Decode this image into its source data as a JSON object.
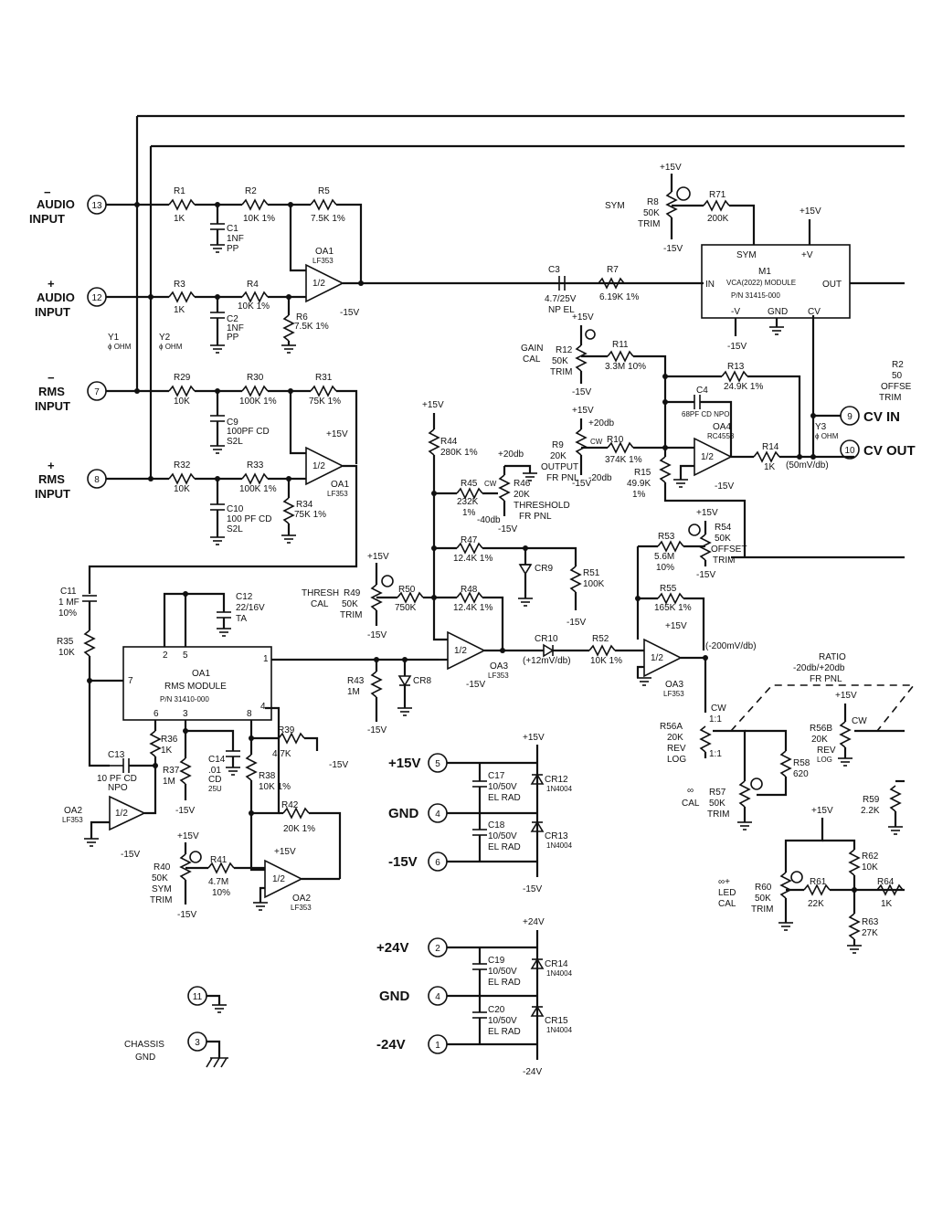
{
  "inputs": {
    "audio_minus": {
      "sign": "−",
      "name": "AUDIO",
      "sub": "INPUT",
      "pin": "13"
    },
    "audio_plus": {
      "sign": "+",
      "name": "AUDIO",
      "sub": "INPUT",
      "pin": "12"
    },
    "rms_minus": {
      "sign": "−",
      "name": "RMS",
      "sub": "INPUT",
      "pin": "7"
    },
    "rms_plus": {
      "sign": "+",
      "name": "RMS",
      "sub": "INPUT",
      "pin": "8"
    }
  },
  "jumpers": {
    "y1": "Y1",
    "y1v": "ϕ OHM",
    "y2": "Y2",
    "y2v": "ϕ OHM"
  },
  "parts": {
    "r1": "R1",
    "r1v": "1K",
    "r2": "R2",
    "r2v": "10K 1%",
    "r5": "R5",
    "r5v": "7.5K 1%",
    "c1": "C1",
    "c1v": "1NF",
    "c1t": "PP",
    "r3": "R3",
    "r3v": "1K",
    "r4": "R4",
    "r4v": "10K 1%",
    "c2": "C2",
    "c2v": "1NF",
    "c2t": "PP",
    "r6": "R6",
    "r6v": "7.5K 1%",
    "oa1a": "OA1",
    "oa1a_t": "LF353",
    "half": "1/2",
    "r29": "R29",
    "r29v": "10K",
    "r30": "R30",
    "r30v": "100K 1%",
    "r31": "R31",
    "r31v": "75K 1%",
    "c9": "C9",
    "c9v": "100PF CD",
    "c9t": "S2L",
    "r32": "R32",
    "r32v": "10K",
    "r33": "R33",
    "r33v": "100K 1%",
    "c10": "C10",
    "c10v": "100 PF CD",
    "c10t": "S2L",
    "r34": "R34",
    "r34v": "75K 1%",
    "oa1b": "OA1",
    "oa1b_t": "LF353",
    "c11": "C11",
    "c11v": "1 MF",
    "c11t": "10%",
    "c12": "C12",
    "c12v": "22/16V",
    "c12t": "TA",
    "r35": "R35",
    "r35v": "10K",
    "rms_box": "OA1",
    "rms_box2": "RMS MODULE",
    "rms_box3": "P/N 31410-000",
    "r43": "R43",
    "r43v": "1M",
    "c13": "C13",
    "c13v": "10 PF CD",
    "c13t": "NPO",
    "r36": "R36",
    "r36v": "1K",
    "r37": "R37",
    "r37v": "1M",
    "c14": "C14",
    "c14v": ".01",
    "c14t": "CD",
    "c14u": "25U",
    "r39": "R39",
    "r39v": "4.7K",
    "r38": "R38",
    "r38v": "10K 1%",
    "r42": "R42",
    "r42v": "20K 1%",
    "oa2a": "OA2",
    "oa2a_t": "LF353",
    "r40": "R40",
    "r40v": "50K",
    "r40t": "SYM",
    "r40u": "TRIM",
    "r41": "R41",
    "r41v": "4.7M",
    "r41t": "10%",
    "oa2b": "OA2",
    "oa2b_t": "LF353",
    "thresh_cal": "THRESH",
    "thresh_cal2": "CAL",
    "r49": "R49",
    "r49v": "50K",
    "r49t": "TRIM",
    "r50": "R50",
    "r50v": "750K",
    "cr8": "CR8",
    "r44": "R44",
    "r44v": "280K 1%",
    "r45": "R45",
    "r45v": "232K",
    "r45t": "1%",
    "r46": "R46",
    "r46v": "20K",
    "r46t": "THRESHOLD",
    "r46u": "FR PNL",
    "r47": "R47",
    "r47v": "12.4K 1%",
    "cr9": "CR9",
    "r51": "R51",
    "r51v": "100K",
    "r48": "R48",
    "r48v": "12.4K 1%",
    "oa3a": "OA3",
    "oa3a_t": "LF353",
    "cr10": "CR10",
    "cr10n": "(+12mV/db)",
    "r52": "R52",
    "r52v": "10K 1%",
    "gain_cal": "GAIN",
    "gain_cal2": "CAL",
    "r12": "R12",
    "r12v": "50K",
    "r12t": "TRIM",
    "r11": "R11",
    "r11v": "3.3M 10%",
    "r9": "R9",
    "r9v": "20K",
    "r9t": "OUTPUT",
    "r9u": "FR PNL",
    "r10": "R10",
    "r10v": "374K 1%",
    "r15": "R15",
    "r15v": "49.9K",
    "r15t": "1%",
    "r13": "R13",
    "r13v": "24.9K 1%",
    "c4": "C4",
    "c4v": "68PF CD NPO",
    "oa4": "OA4",
    "oa4_t": "RC4558",
    "r14": "R14",
    "r14v": "1K",
    "cv_note": "(50mV/db)",
    "y3": "Y3",
    "y3v": "ϕ OHM",
    "sym_label": "SYM",
    "r8": "R8",
    "r8v": "50K",
    "r8t": "TRIM",
    "r71": "R71",
    "r71v": "200K",
    "c3": "C3",
    "c3v": "4.7/25V",
    "c3t": "NP EL",
    "r7": "R7",
    "r7v": "6.19K 1%",
    "m1": "M1",
    "m1v": "VCA(2022) MODULE",
    "m1p": "P/N 31415-000",
    "m1_sym": "SYM",
    "m1_v": "+V",
    "m1_in": "IN",
    "m1_out": "OUT",
    "m1_nv": "-V",
    "m1_gnd": "GND",
    "m1_cv": "CV",
    "r53": "R53",
    "r53v": "5.6M",
    "r53t": "10%",
    "r54": "R54",
    "r54v": "50K",
    "r54t": "OFFSET",
    "r54u": "TRIM",
    "r55": "R55",
    "r55v": "165K 1%",
    "oa3b": "OA3",
    "oa3b_t": "LF353",
    "out_note": "(-200mV/db)",
    "r56a": "R56A",
    "r56av": "20K",
    "r56at": "REV",
    "r56au": "LOG",
    "cw": "CW",
    "r11_1": "1:1",
    "r1_1": "1:1",
    "ratio": "RATIO",
    "ratio2": "-20db/+20db",
    "ratio3": "FR PNL",
    "r56b": "R56B",
    "r56bv": "20K",
    "r56bt": "REV",
    "r56bu": "LOG",
    "r58": "R58",
    "r58v": "620",
    "inf_cal": "∞",
    "inf_cal2": "CAL",
    "r57": "R57",
    "r57v": "50K",
    "r57t": "TRIM",
    "r59": "R59",
    "r59v": "2.2K",
    "r62": "R62",
    "r62v": "10K",
    "inf_led": "∞+",
    "inf_led2": "LED",
    "inf_led3": "CAL",
    "r60": "R60",
    "r60v": "50K",
    "r60t": "TRIM",
    "r61": "R61",
    "r61v": "22K",
    "r64": "R64",
    "r64v": "1K",
    "r63": "R63",
    "r63v": "27K",
    "db_p20": "+20db",
    "db_m20": "-20db",
    "db_m40": "-40db",
    "db_p20b": "+20db"
  },
  "supply": {
    "p15": "+15V",
    "m15": "-15V",
    "p24": "+24V",
    "m24": "-24V",
    "gnd": "GND",
    "pin5": "5",
    "pin4": "4",
    "pin6": "6",
    "pin2": "2",
    "pin1": "1",
    "c17": "C17",
    "c17v": "10/50V",
    "c17t": "EL RAD",
    "c18": "C18",
    "c18v": "10/50V",
    "c18t": "EL RAD",
    "cr12": "CR12",
    "cr12v": "1N4004",
    "cr13": "CR13",
    "cr13v": "1N4004",
    "c19": "C19",
    "c19v": "10/50V",
    "c19t": "EL RAD",
    "c20": "C20",
    "c20v": "10/50V",
    "c20t": "EL RAD",
    "cr14": "CR14",
    "cr14v": "1N4004",
    "cr15": "CR15",
    "cr15v": "1N4004"
  },
  "outputs": {
    "cv_in": "CV IN",
    "cv_in_pin": "9",
    "cv_out": "CV OUT",
    "cv_out_pin": "10",
    "pin11": "11",
    "chassis": "CHASSIS",
    "chassis2": "GND",
    "chassis_pin": "3",
    "r2_cut": "R2",
    "r2_cut2": "50",
    "r2_cut3": "OFFSE",
    "r2_cut4": "TRIM"
  }
}
